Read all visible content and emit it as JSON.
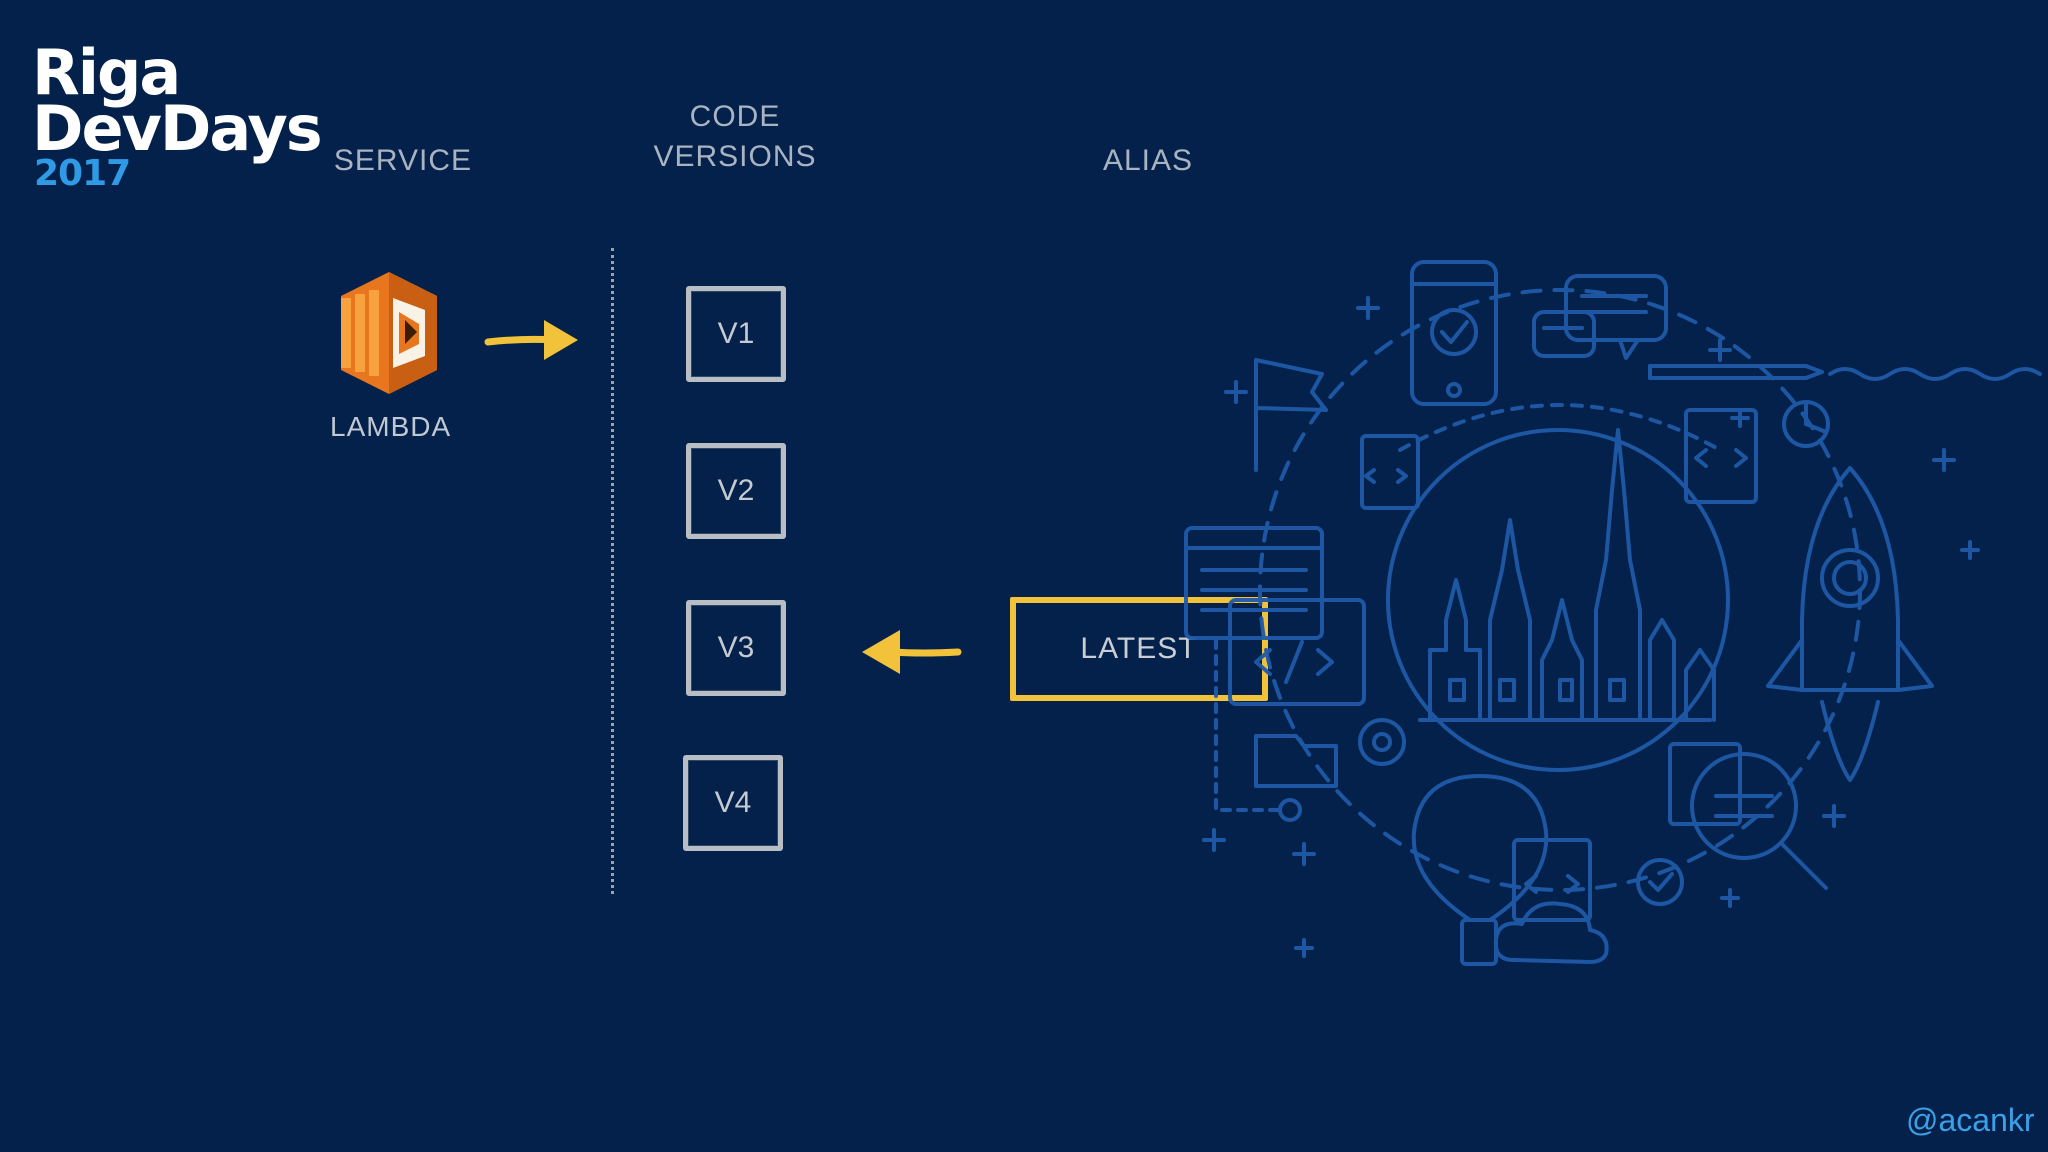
{
  "logo": {
    "line1": "Riga",
    "line2": "DevDays",
    "year": "2017"
  },
  "headers": {
    "service": "SERVICE",
    "code_versions_line1": "CODE",
    "code_versions_line2": "VERSIONS",
    "alias": "ALIAS"
  },
  "service": {
    "label": "LAMBDA",
    "icon": "aws-lambda-icon"
  },
  "versions": [
    "V1",
    "V2",
    "V3",
    "V4"
  ],
  "alias": {
    "label": "LATEST",
    "points_to": "V3"
  },
  "colors": {
    "background": "#03214a",
    "arrow": "#f2c23a",
    "alias_border": "#f2c23a",
    "lambda_orange": "#e8761e",
    "illustration": "#1f5aa8",
    "handle": "#3aa0e8"
  },
  "footer": {
    "handle": "@acankr"
  }
}
